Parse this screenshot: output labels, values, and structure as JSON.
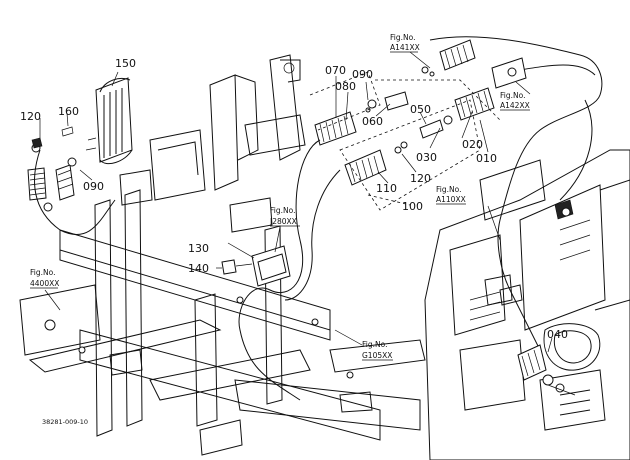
{
  "diagram": {
    "drawing_code": "38281-009-10",
    "part_labels": {
      "p150": "150",
      "p120a": "120",
      "p160": "160",
      "p090a": "090",
      "p070": "070",
      "p090b": "090",
      "p080": "080",
      "p060": "060",
      "p050": "050",
      "p020": "020",
      "p030": "030",
      "p010": "010",
      "p110": "110",
      "p120b": "120",
      "p100": "100",
      "p130": "130",
      "p140": "140",
      "p040": "040"
    },
    "fig_refs": {
      "a141": {
        "title": "Fig.No.",
        "code": "A141XX"
      },
      "a142": {
        "title": "Fig.No.",
        "code": "A142XX"
      },
      "a110": {
        "title": "Fig.No.",
        "code": "A110XX"
      },
      "j280": {
        "title": "Fig.No.",
        "code": "J280XX"
      },
      "u4400": {
        "title": "Fig.No.",
        "code": "4400XX"
      },
      "g105": {
        "title": "Fig.No.",
        "code": "G105XX"
      }
    }
  }
}
